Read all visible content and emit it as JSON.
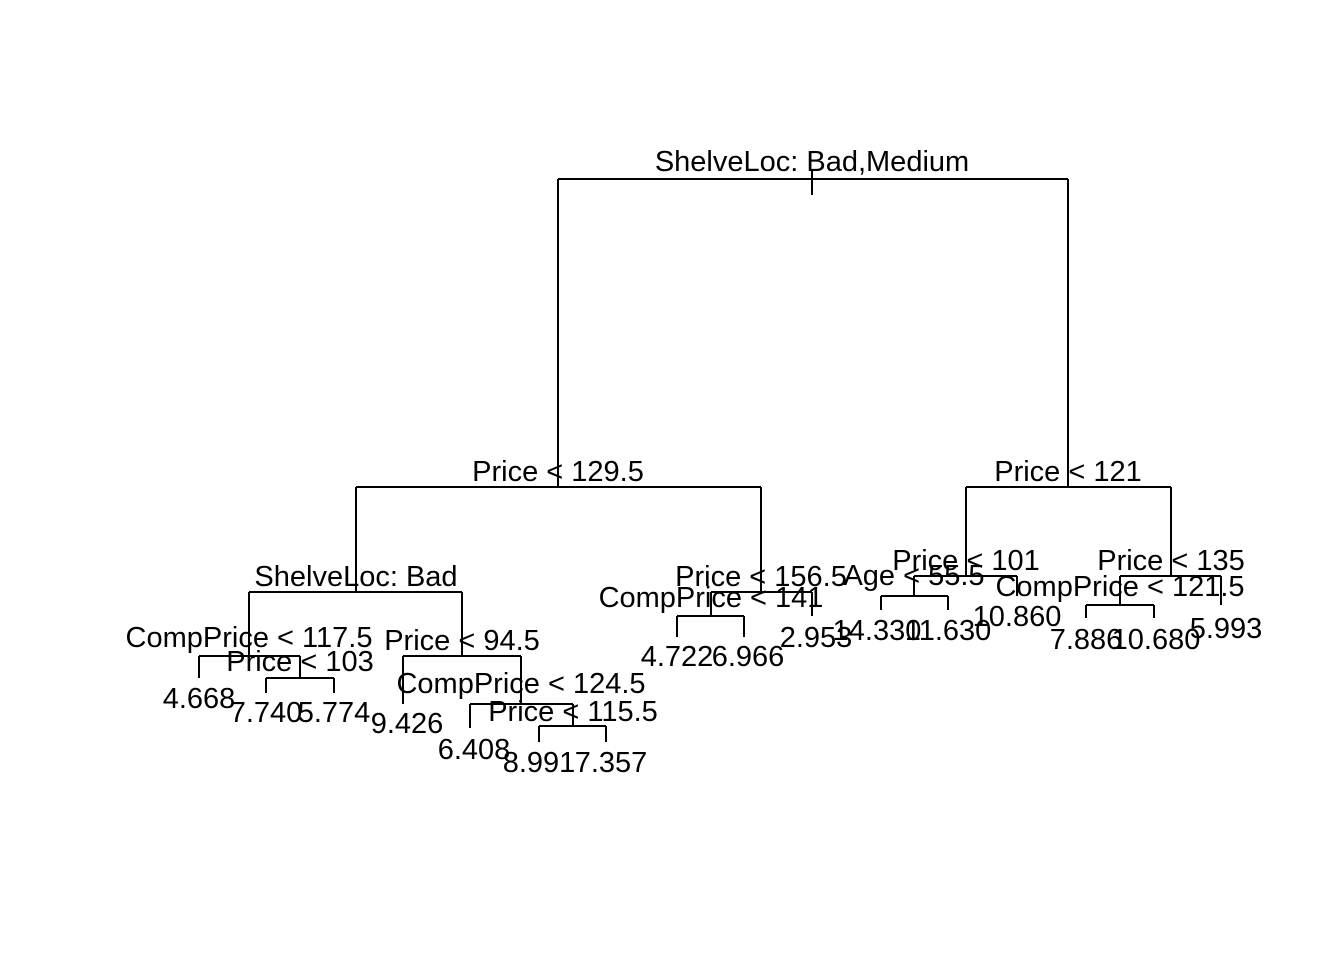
{
  "tree": {
    "node_root": {
      "split": "ShelveLoc: Bad,Medium"
    },
    "node_l": {
      "split": "Price < 129.5"
    },
    "node_r": {
      "split": "Price < 121"
    },
    "node_ll": {
      "split": "ShelveLoc: Bad"
    },
    "node_lr": {
      "split": "Price < 156.5"
    },
    "node_rl": {
      "split": "Price < 101"
    },
    "node_rr": {
      "split": "Price < 135"
    },
    "node_lll": {
      "split": "CompPrice < 117.5"
    },
    "node_llr": {
      "split": "Price < 94.5"
    },
    "node_lrl": {
      "split": "CompPrice < 141"
    },
    "node_rll": {
      "split": "Age < 55.5"
    },
    "node_rrl": {
      "split": "CompPrice < 121.5"
    },
    "node_lllr": {
      "split": "Price < 103"
    },
    "node_llrr": {
      "split": "CompPrice < 124.5"
    },
    "node_llrrr": {
      "split": "Price < 115.5"
    },
    "leaf_1": {
      "value": "4.668"
    },
    "leaf_2": {
      "value": "7.740"
    },
    "leaf_3": {
      "value": "5.774"
    },
    "leaf_4": {
      "value": "9.426"
    },
    "leaf_5": {
      "value": "6.408"
    },
    "leaf_6": {
      "value": "8.991"
    },
    "leaf_7": {
      "value": "7.357"
    },
    "leaf_8": {
      "value": "4.722"
    },
    "leaf_9": {
      "value": "6.966"
    },
    "leaf_10": {
      "value": "2.953"
    },
    "leaf_11": {
      "value": "14.330"
    },
    "leaf_12": {
      "value": "11.630"
    },
    "leaf_13": {
      "value": "10.860"
    },
    "leaf_14": {
      "value": "7.886"
    },
    "leaf_15": {
      "value": "10.680"
    },
    "leaf_16": {
      "value": "5.993"
    }
  }
}
